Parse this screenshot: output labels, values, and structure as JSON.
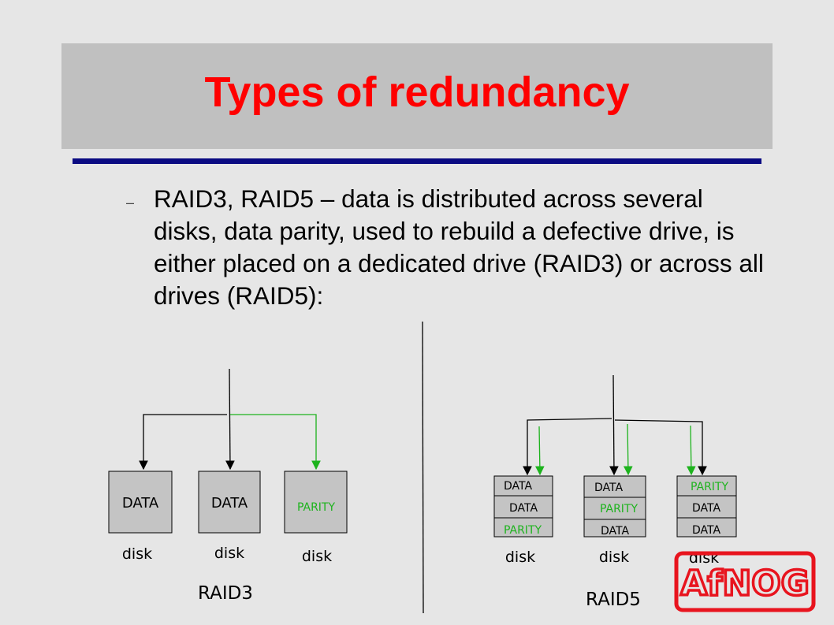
{
  "title": "Types of redundancy",
  "bullet": {
    "marker": "–",
    "text": "RAID3, RAID5 – data is distributed across several disks, data parity, used to rebuild a defective drive, is either placed on a dedicated drive (RAID3) or across all drives (RAID5):"
  },
  "raid3": {
    "label": "RAID3",
    "disks": [
      {
        "block": "DATA",
        "caption": "disk"
      },
      {
        "block": "DATA",
        "caption": "disk"
      },
      {
        "block": "PARITY",
        "caption": "disk"
      }
    ]
  },
  "raid5": {
    "label": "RAID5",
    "disks": [
      {
        "rows": [
          "DATA",
          "DATA",
          "PARITY"
        ],
        "caption": "disk"
      },
      {
        "rows": [
          "DATA",
          "PARITY",
          "DATA"
        ],
        "caption": "disk"
      },
      {
        "rows": [
          "PARITY",
          "DATA",
          "DATA"
        ],
        "caption": "disk"
      }
    ]
  },
  "logo": {
    "text": "AfNOG",
    "color": "#e8141e"
  },
  "colors": {
    "title": "#ff0000",
    "rule": "#0b0b82",
    "parity": "#1db31d",
    "disk_fill": "#c4c4c4",
    "band": "#c0c0c0"
  }
}
